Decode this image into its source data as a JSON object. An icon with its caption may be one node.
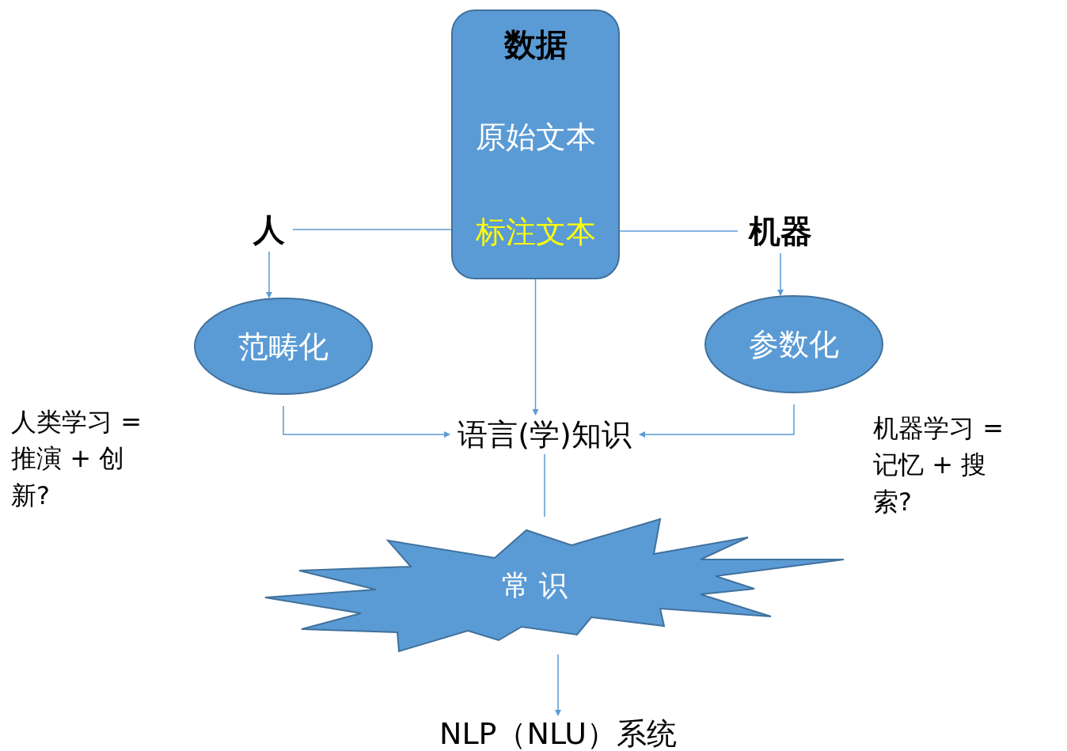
{
  "diagram": {
    "nodes": [
      {
        "text": [
          "数据",
          "原始文本",
          "标注文本"
        ]
      },
      {
        "text": [
          "人"
        ]
      },
      {
        "text": [
          "机器"
        ]
      },
      {
        "text": [
          "范畴化"
        ]
      },
      {
        "text": [
          "参数化"
        ]
      },
      {
        "text": [
          "语言(学)知识"
        ]
      },
      {
        "text": [
          "常 识"
        ]
      },
      {
        "text": [
          "NLP（NLU）系统"
        ]
      }
    ],
    "edges": [
      {
        "from": 1,
        "to": 0,
        "arrow": "none"
      },
      {
        "from": 0,
        "to": 2,
        "arrow": "none"
      },
      {
        "from": 1,
        "to": 3,
        "arrow": "to"
      },
      {
        "from": 2,
        "to": 4,
        "arrow": "to"
      },
      {
        "from": 0,
        "to": 5,
        "arrow": "to"
      },
      {
        "from": 3,
        "to": 5,
        "arrow": "to"
      },
      {
        "from": 4,
        "to": 5,
        "arrow": "to"
      },
      {
        "from": 5,
        "to": 6,
        "arrow": "none"
      },
      {
        "from": 6,
        "to": 7,
        "arrow": "to"
      }
    ],
    "labels": [
      "人类学习 = 推演 + 创新?",
      "机器学习 = 记忆 + 搜索?"
    ]
  }
}
